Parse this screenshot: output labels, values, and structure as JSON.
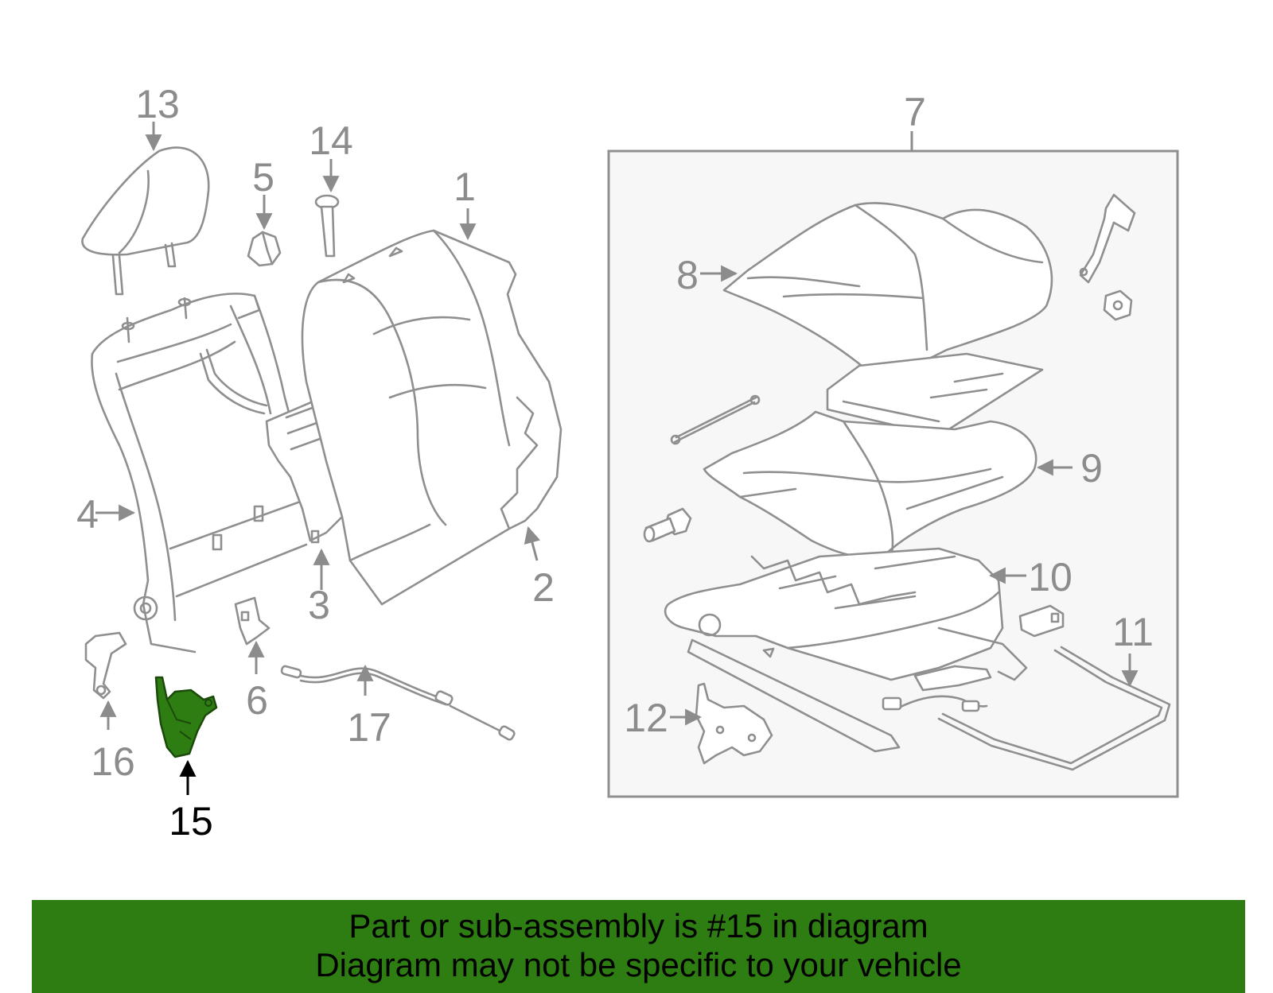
{
  "diagram": {
    "callouts": {
      "c1": "1",
      "c2": "2",
      "c3": "3",
      "c4": "4",
      "c5": "5",
      "c6": "6",
      "c7": "7",
      "c8": "8",
      "c9": "9",
      "c10": "10",
      "c11": "11",
      "c12": "12",
      "c13": "13",
      "c14": "14",
      "c15": "15",
      "c16": "16",
      "c17": "17"
    },
    "highlighted_part": "15",
    "colors": {
      "line": "#8f8f8f",
      "label": "#8c8c8c",
      "highlight_part": "#2e7d12",
      "highlight_label": "#000000",
      "box_fill": "#f7f7f7",
      "banner_bg": "#2e7d12"
    }
  },
  "banner": {
    "line1": "Part or sub-assembly is #15 in diagram",
    "line2": "Diagram may not be specific to your vehicle"
  }
}
